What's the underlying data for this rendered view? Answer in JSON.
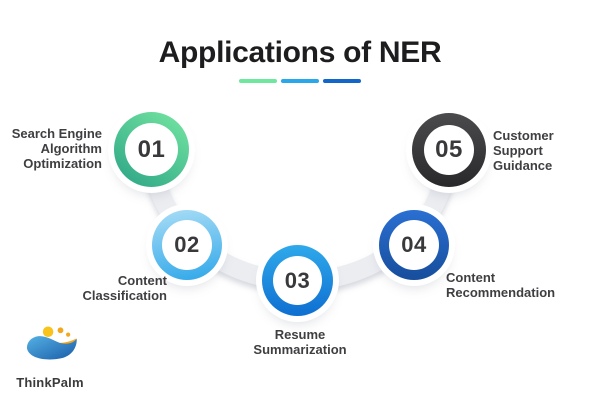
{
  "title": {
    "text": "Applications of NER",
    "underline_colors": [
      "#6FE79F",
      "#29A7EB",
      "#1366C9"
    ]
  },
  "arc_color": "#EBEDF1",
  "steps": [
    {
      "number": "01",
      "label": "Search Engine\nAlgorithm\nOptimization",
      "ring_from": "#77E7A2",
      "ring_to": "#2AA385",
      "ring_angle": 215
    },
    {
      "number": "02",
      "label": "Content\nClassification",
      "ring_from": "#A9DDF6",
      "ring_to": "#2FA7E9",
      "ring_angle": 170
    },
    {
      "number": "03",
      "label": "Resume\nSummarization",
      "ring_from": "#2FA9EB",
      "ring_to": "#0E6FD1",
      "ring_angle": 180
    },
    {
      "number": "04",
      "label": "Content\nRecommendation",
      "ring_from": "#2A6FD2",
      "ring_to": "#174E9C",
      "ring_angle": 180
    },
    {
      "number": "05",
      "label": "Customer\nSupport\nGuidance",
      "ring_from": "#4B4B4E",
      "ring_to": "#29292B",
      "ring_angle": 180
    }
  ],
  "logo": {
    "text": "ThinkPalm",
    "colors": {
      "wave_light": "#54B1E4",
      "wave_dark": "#1A5CA8",
      "leaf": "#F6A81C",
      "sun": "#F8C31B",
      "dot": "#F2A71D"
    }
  }
}
